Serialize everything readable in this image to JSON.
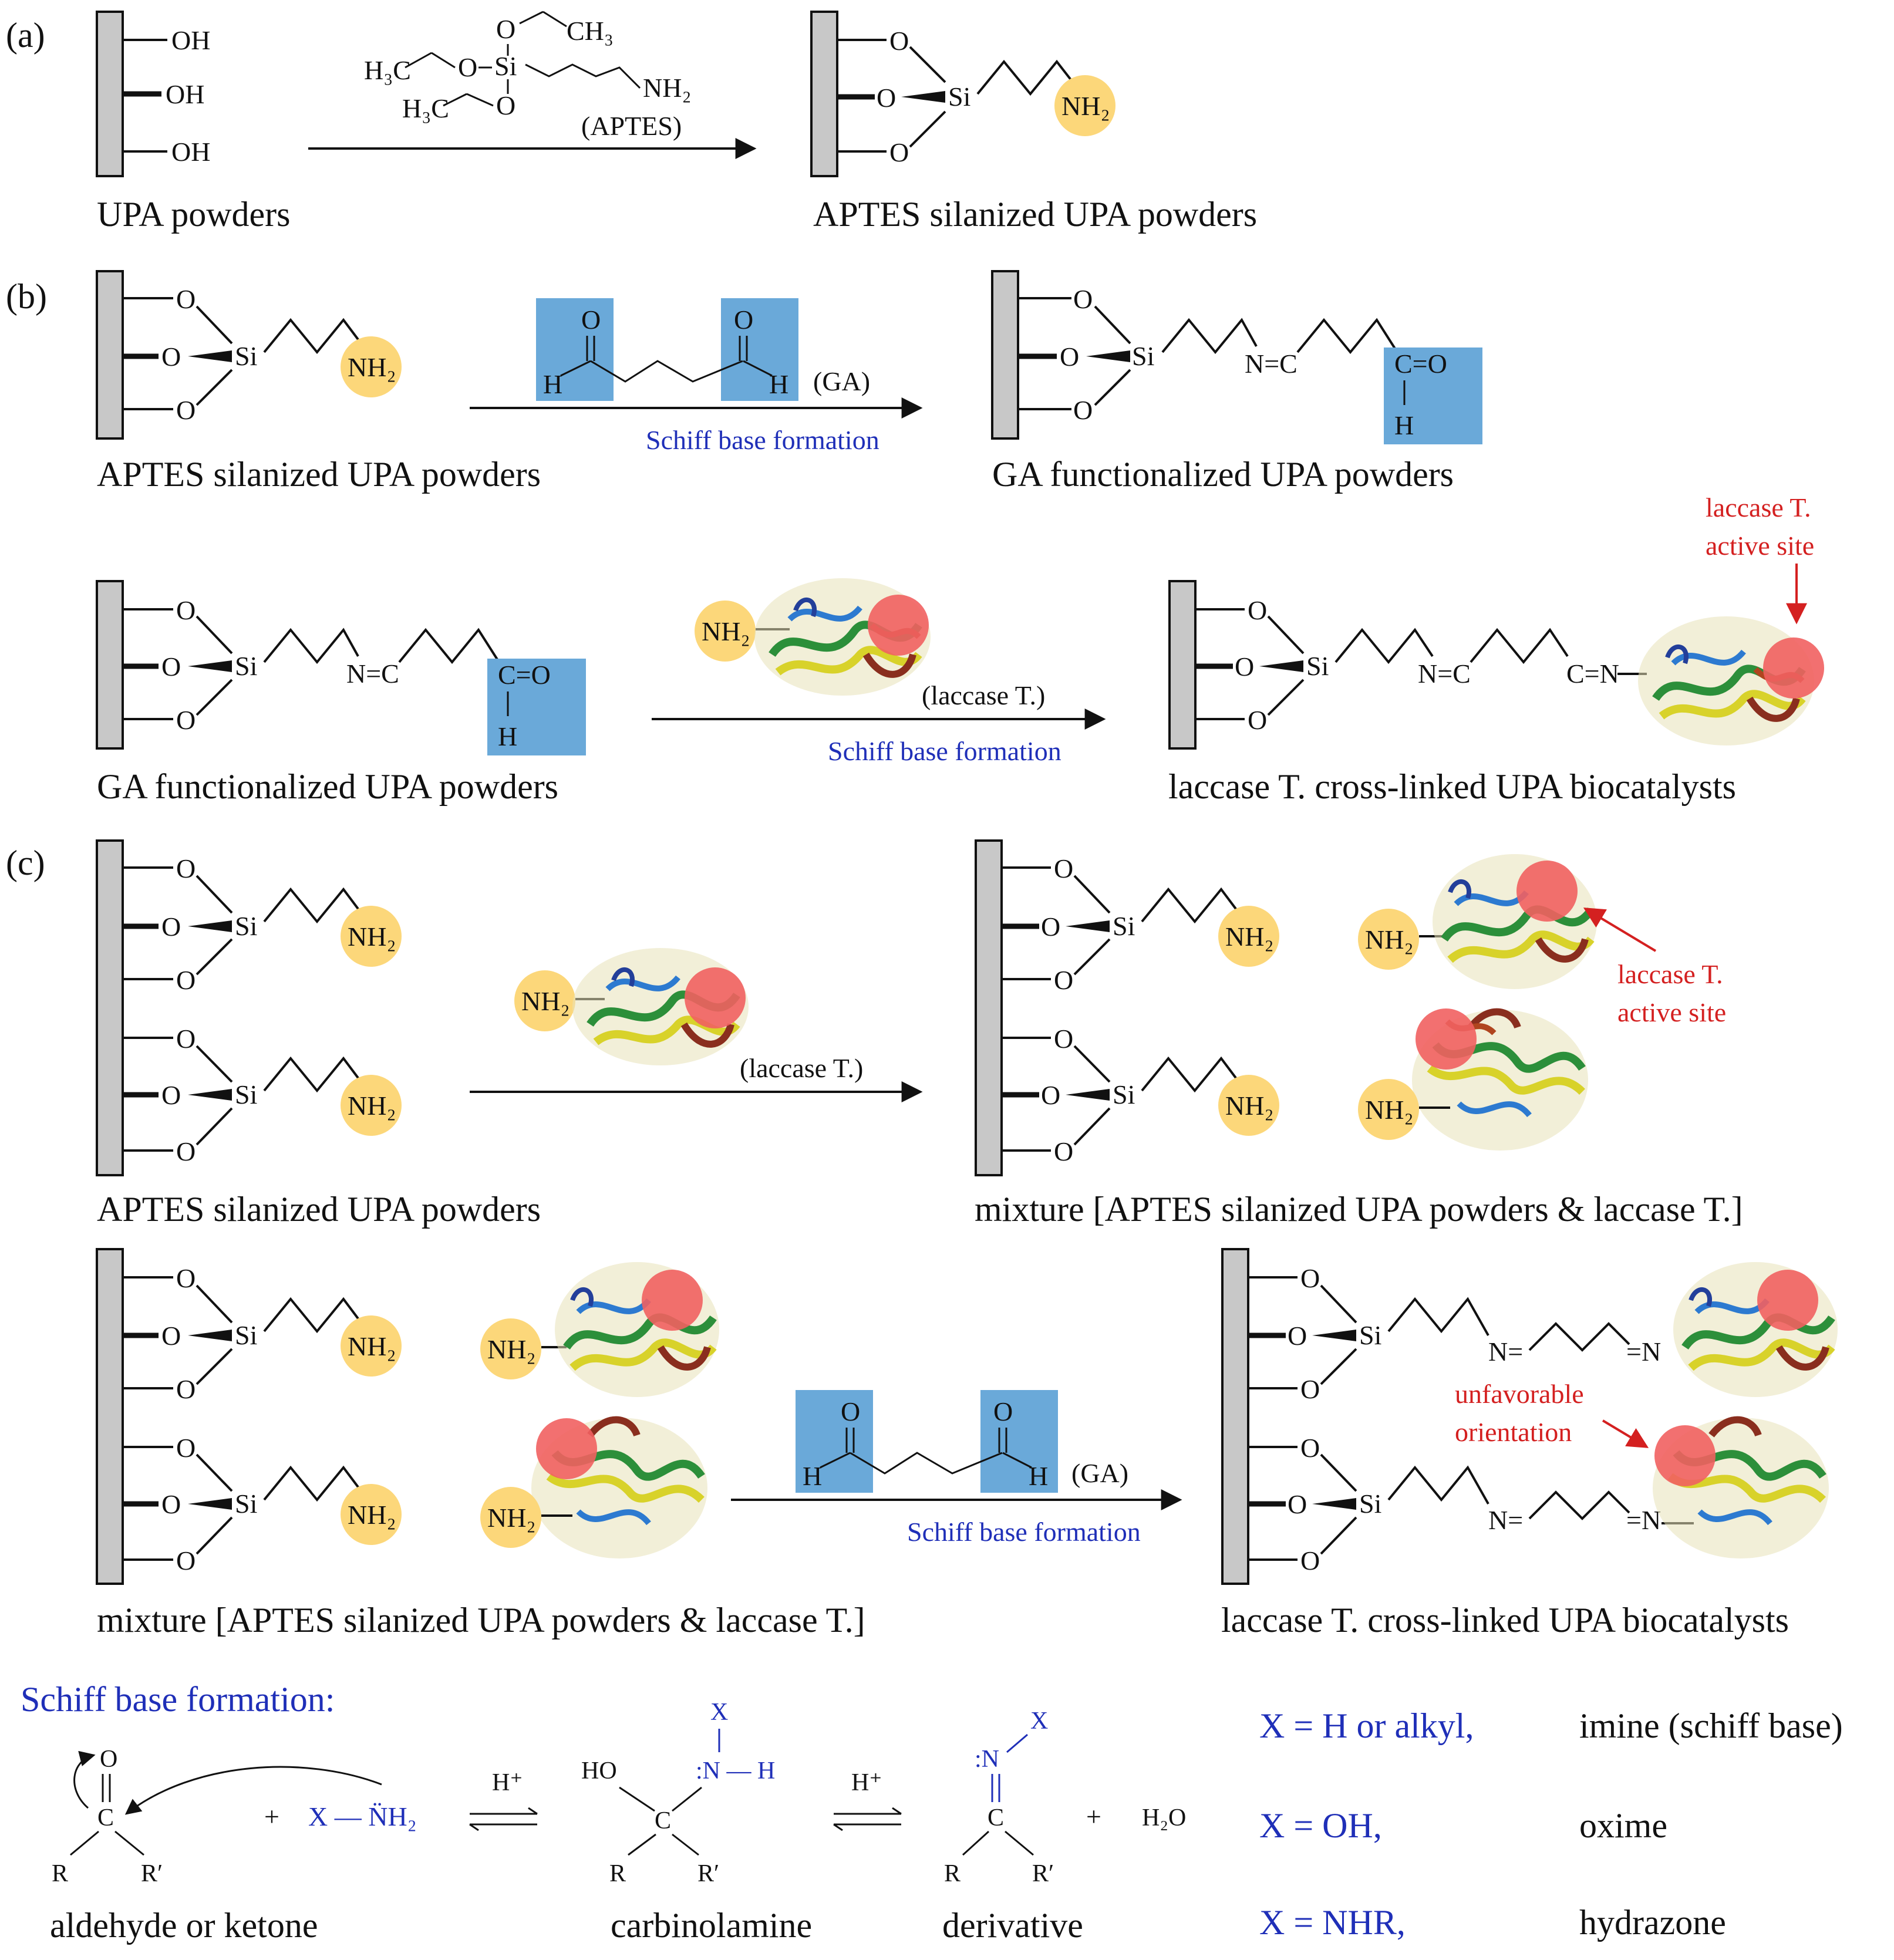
{
  "panels": {
    "a": "(a)",
    "b": "(b)",
    "c": "(c)"
  },
  "atoms": {
    "oh": "OH",
    "o": "O",
    "si": "Si",
    "nh2": "NH₂",
    "n_eq_c": "N=C",
    "c_eq_o": "C=O",
    "h": "H",
    "c_eq_n": "C=N",
    "n_eq": "N=",
    "eq_n": "=N"
  },
  "reagents": {
    "aptes_ch3_top": "CH₃",
    "aptes_h3c_left": "H₃C",
    "aptes_o": "O",
    "aptes_si": "Si",
    "aptes_h3c_bottom": "H₃C",
    "aptes_nh2": "NH₂",
    "aptes": "(APTES)",
    "ga": "(GA)",
    "laccase": "(laccase  T.)",
    "schiff": "Schiff  base  formation"
  },
  "captions": {
    "upa_powders": "UPA powders",
    "aptes_silanized": "APTES silanized UPA powders",
    "ga_functionalized": "GA functionalized UPA powders",
    "laccase_crosslinked": "laccase T. cross-linked UPA biocatalysts",
    "mixture": "mixture [APTES silanized UPA powders & laccase T.]"
  },
  "annotations": {
    "active_site_line1": "laccase  T.",
    "active_site_line2": "active  site",
    "unfavorable_line1": "unfavorable",
    "unfavorable_line2": "orientation"
  },
  "mechanism": {
    "title": "Schiff base formation:",
    "aldehyde_label": "aldehyde or ketone",
    "carbinolamine_label": "carbinolamine",
    "derivative_label": "derivative",
    "plus": "+",
    "amine": "X — N̈H₂",
    "h_plus": "H⁺",
    "water": "H₂O",
    "ho": "HO",
    "c": "C",
    "o": "O",
    "r": "R",
    "r_prime": "R′",
    "x": "X",
    "n": "N",
    "n_h": ":N — H",
    "n_colon": ":N"
  },
  "legend": [
    {
      "x": "X = H or alkyl,",
      "name": "imine (schiff base)"
    },
    {
      "x": "X = OH,",
      "name": "oxime"
    },
    {
      "x": "X = NHR,",
      "name": "hydrazone"
    }
  ],
  "colors": {
    "amine_circle": "#fcd77a",
    "active_site": "#f16060",
    "aldehyde_box": "#6aa9d9",
    "surface": "#c8c8c8",
    "blue_text": "#1f2fb8",
    "red_text": "#d42020"
  }
}
